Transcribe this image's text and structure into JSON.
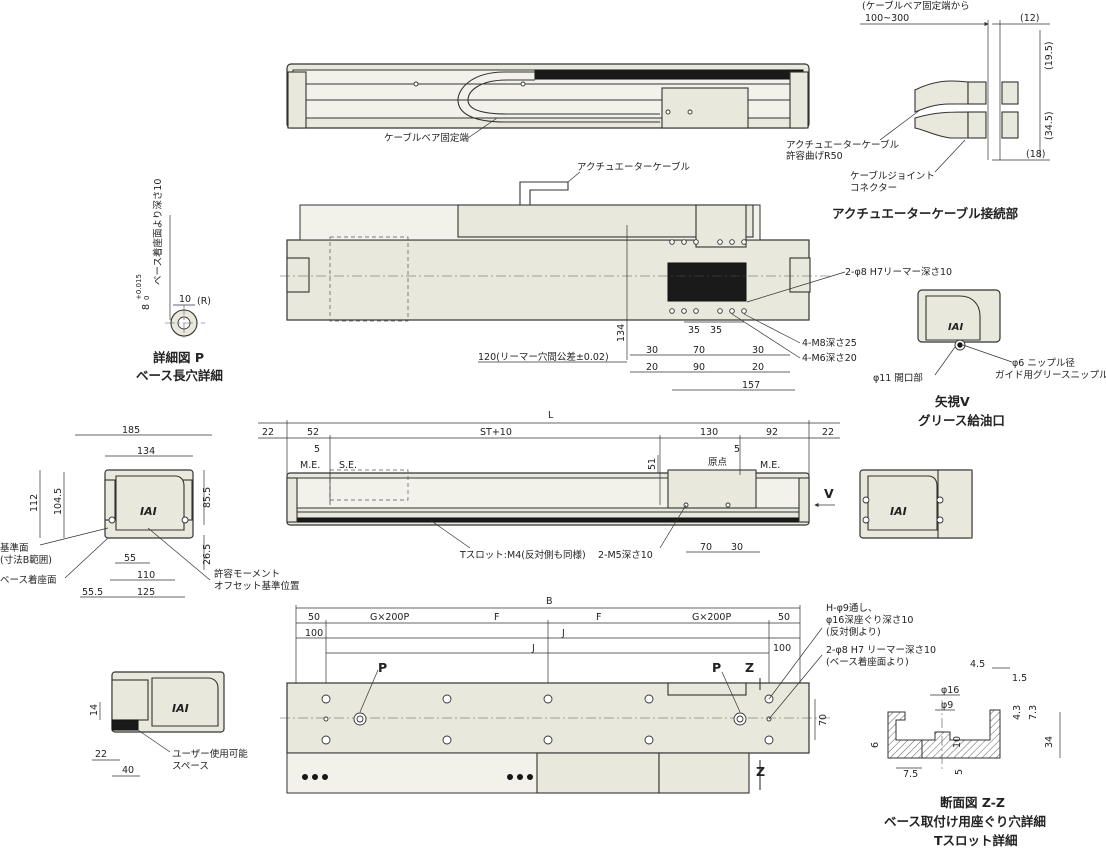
{
  "cable_section": {
    "cable_fixed_end_label": "ケーブルベア固定端",
    "actuator_cable_label": "アクチュエーターケーブル",
    "from_cable_fixed_end": "(ケーブルベア固定端から",
    "range_100_300": "100~300",
    "dim_12": "(12)",
    "dim_19_5": "(19.5)",
    "dim_34_5": "(34.5)",
    "dim_18": "(18)",
    "actuator_cable_bend_1": "アクチュエーターケーブル",
    "actuator_cable_bend_2": "許容曲げR50",
    "joint_connector_1": "ケーブルジョイント",
    "joint_connector_2": "コネクター",
    "title": "アクチュエーターケーブル接続部"
  },
  "detail_p": {
    "depth_label": "ベース着座面より深さ10",
    "tolerance_base": "8",
    "tolerance_upper": "+0.015",
    "tolerance_lower": "0",
    "dim_10": "10",
    "radius": "(R)",
    "title": "詳細図 P",
    "subtitle": "ベース長穴詳細"
  },
  "top_view": {
    "reamer_label": "2-φ8 H7リーマー深さ10",
    "dim_134": "134",
    "reamer_tolerance": "120(リーマー穴間公差±0.02)",
    "dim_35a": "35",
    "dim_35b": "35",
    "dim_30a": "30",
    "dim_70": "70",
    "dim_30b": "30",
    "dim_20a": "20",
    "dim_90": "90",
    "dim_20b": "20",
    "dim_157": "157",
    "m8_label": "4-M8深さ25",
    "m6_label": "4-M6深さ20"
  },
  "view_v": {
    "nipple_label": "φ6 ニップル径",
    "grease_label": "ガイド用グリースニップル",
    "opening_label": "φ11 開口部",
    "title": "矢視V",
    "subtitle": "グリース給油口",
    "logo": "IAI"
  },
  "end_view": {
    "dim_185": "185",
    "dim_134": "134",
    "dim_112": "112",
    "dim_104_5": "104.5",
    "dim_85_5": "85.5",
    "dim_26_5": "26.5",
    "dim_55": "55",
    "dim_110": "110",
    "dim_55_5": "55.5",
    "dim_125": "125",
    "ref_surface_1": "基準面",
    "ref_surface_2": "(寸法B範囲)",
    "base_seat": "ベース着座面",
    "moment_1": "許容モーメント",
    "moment_2": "オフセット基準位置",
    "logo": "IAI"
  },
  "side_view": {
    "dim_L": "L",
    "dim_22a": "22",
    "dim_52": "52",
    "dim_st": "ST+10",
    "dim_130": "130",
    "dim_92": "92",
    "dim_22b": "22",
    "dim_5a": "5",
    "dim_5b": "5",
    "me_left": "M.E.",
    "se": "S.E.",
    "dim_51": "51",
    "origin": "原点",
    "me_right": "M.E.",
    "arrow_v": "V",
    "tslot": "Tスロット:M4(反対側も同様)",
    "m5": "2-M5深さ10",
    "dim_70": "70",
    "dim_30": "30"
  },
  "bottom_view": {
    "dim_B": "B",
    "dim_50a": "50",
    "dim_g1": "G×200P",
    "dim_F1": "F",
    "dim_F2": "F",
    "dim_g2": "G×200P",
    "dim_50b": "50",
    "dim_100a": "100",
    "dim_J1": "J",
    "dim_J2": "J",
    "dim_100b": "100",
    "dim_70": "70",
    "label_p1": "P",
    "label_p2": "P",
    "label_z1": "Z",
    "label_z2": "Z",
    "h_label_1": "H-φ9通し、",
    "h_label_2": "φ16深座ぐり深さ10",
    "h_label_3": "(反対側より)",
    "reamer_1": "2-φ8 H7 リーマー深さ10",
    "reamer_2": "(ベース着座面より)"
  },
  "user_space": {
    "dim_14": "14",
    "dim_22": "22",
    "dim_40": "40",
    "label_1": "ユーザー使用可能",
    "label_2": "スペース",
    "logo": "IAI"
  },
  "section_zz": {
    "dim_4_5": "4.5",
    "dim_1_5": "1.5",
    "dim_phi16": "φ16",
    "dim_phi9": "φ9",
    "dim_4_3": "4.3",
    "dim_7_3": "7.3",
    "dim_6": "6",
    "dim_10": "10",
    "dim_34": "34",
    "dim_7_5": "7.5",
    "dim_5": "5",
    "title_1": "断面図 Z-Z",
    "title_2": "ベース取付け用座ぐり穴詳細",
    "title_3": "Tスロット詳細"
  }
}
